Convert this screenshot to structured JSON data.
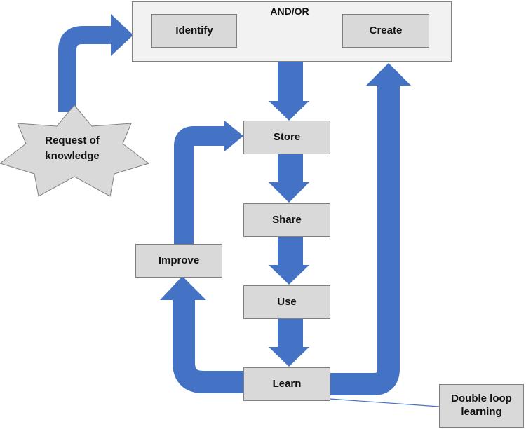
{
  "header": {
    "and_or": "AND/OR",
    "identify": "Identify",
    "create": "Create"
  },
  "process": {
    "store": "Store",
    "share": "Share",
    "use": "Use",
    "learn": "Learn",
    "improve": "Improve"
  },
  "trigger": {
    "line1": "Request of",
    "line2": "knowledge"
  },
  "callout": {
    "line1": "Double loop",
    "line2": "learning"
  },
  "colors": {
    "arrow": "#4472c4",
    "box_fill": "#d9d9d9",
    "outer_fill": "#f2f2f2",
    "border": "#7f7f7f"
  }
}
